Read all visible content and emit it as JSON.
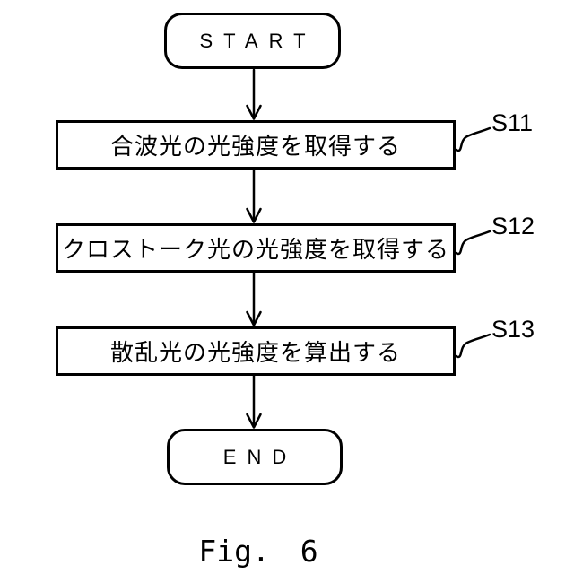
{
  "figure": {
    "caption": "Fig. 6"
  },
  "flowchart": {
    "start_label": "START",
    "end_label": "END",
    "steps": [
      {
        "id": "S11",
        "text": "合波光の光強度を取得する"
      },
      {
        "id": "S12",
        "text": "クロストーク光の光強度を取得する"
      },
      {
        "id": "S13",
        "text": "散乱光の光強度を算出する"
      }
    ],
    "colors": {
      "line": "#000000",
      "background": "#ffffff"
    }
  }
}
